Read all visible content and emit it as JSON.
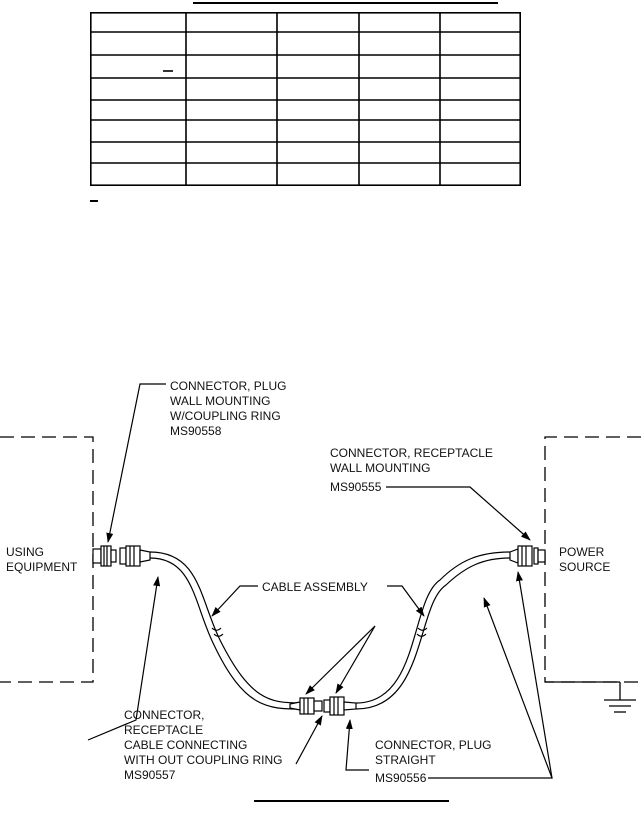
{
  "labels": {
    "connector_plug_wall": [
      "CONNECTOR, PLUG",
      "WALL MOUNTING",
      "W/COUPLING RING",
      "MS90558"
    ],
    "connector_receptacle_wall": [
      "CONNECTOR, RECEPTACLE",
      "WALL MOUNTING",
      "MS90555"
    ],
    "using_equipment": [
      "USING",
      "EQUIPMENT"
    ],
    "power_source": [
      "POWER",
      "SOURCE"
    ],
    "cable_assembly": "CABLE ASSEMBLY",
    "connector_receptacle_cable": [
      "CONNECTOR,",
      "RECEPTACLE",
      "CABLE CONNECTING",
      "WITH OUT COUPLING RING",
      "MS90557"
    ],
    "connector_plug_straight": [
      "CONNECTOR, PLUG",
      "STRAIGHT",
      "MS90556"
    ]
  }
}
